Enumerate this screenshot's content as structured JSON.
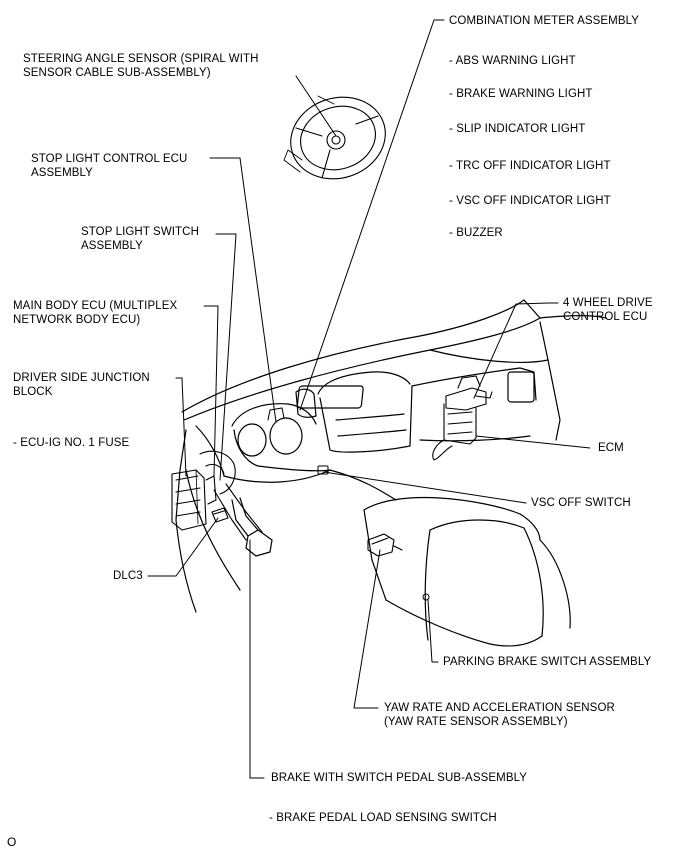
{
  "labels": {
    "combination_meter": "COMBINATION METER ASSEMBLY",
    "abs_warning": "- ABS WARNING LIGHT",
    "brake_warning": "- BRAKE WARNING LIGHT",
    "slip_indicator": "- SLIP INDICATOR LIGHT",
    "trc_off": "- TRC OFF INDICATOR LIGHT",
    "vsc_off_indicator": "- VSC OFF INDICATOR LIGHT",
    "buzzer": "- BUZZER",
    "steering_angle_sensor": "STEERING ANGLE SENSOR (SPIRAL WITH\nSENSOR CABLE SUB-ASSEMBLY)",
    "stop_light_control_ecu": "STOP LIGHT CONTROL ECU\nASSEMBLY",
    "stop_light_switch": "STOP LIGHT SWITCH\nASSEMBLY",
    "main_body_ecu": "MAIN BODY ECU (MULTIPLEX\nNETWORK BODY ECU)",
    "four_wheel_drive_ecu": "4 WHEEL DRIVE\nCONTROL ECU",
    "driver_side_junction": "DRIVER SIDE JUNCTION\nBLOCK",
    "ecu_ig_fuse": "- ECU-IG NO. 1 FUSE",
    "ecm": "ECM",
    "vsc_off_switch": "VSC OFF SWITCH",
    "dlc3": "DLC3",
    "parking_brake_switch": "PARKING BRAKE SWITCH ASSEMBLY",
    "yaw_rate_sensor": "YAW RATE AND ACCELERATION SENSOR\n(YAW RATE SENSOR ASSEMBLY)",
    "brake_pedal": "BRAKE WITH SWITCH PEDAL SUB-ASSEMBLY",
    "brake_pedal_load": "- BRAKE PEDAL LOAD SENSING SWITCH",
    "corner_mark": "O"
  }
}
